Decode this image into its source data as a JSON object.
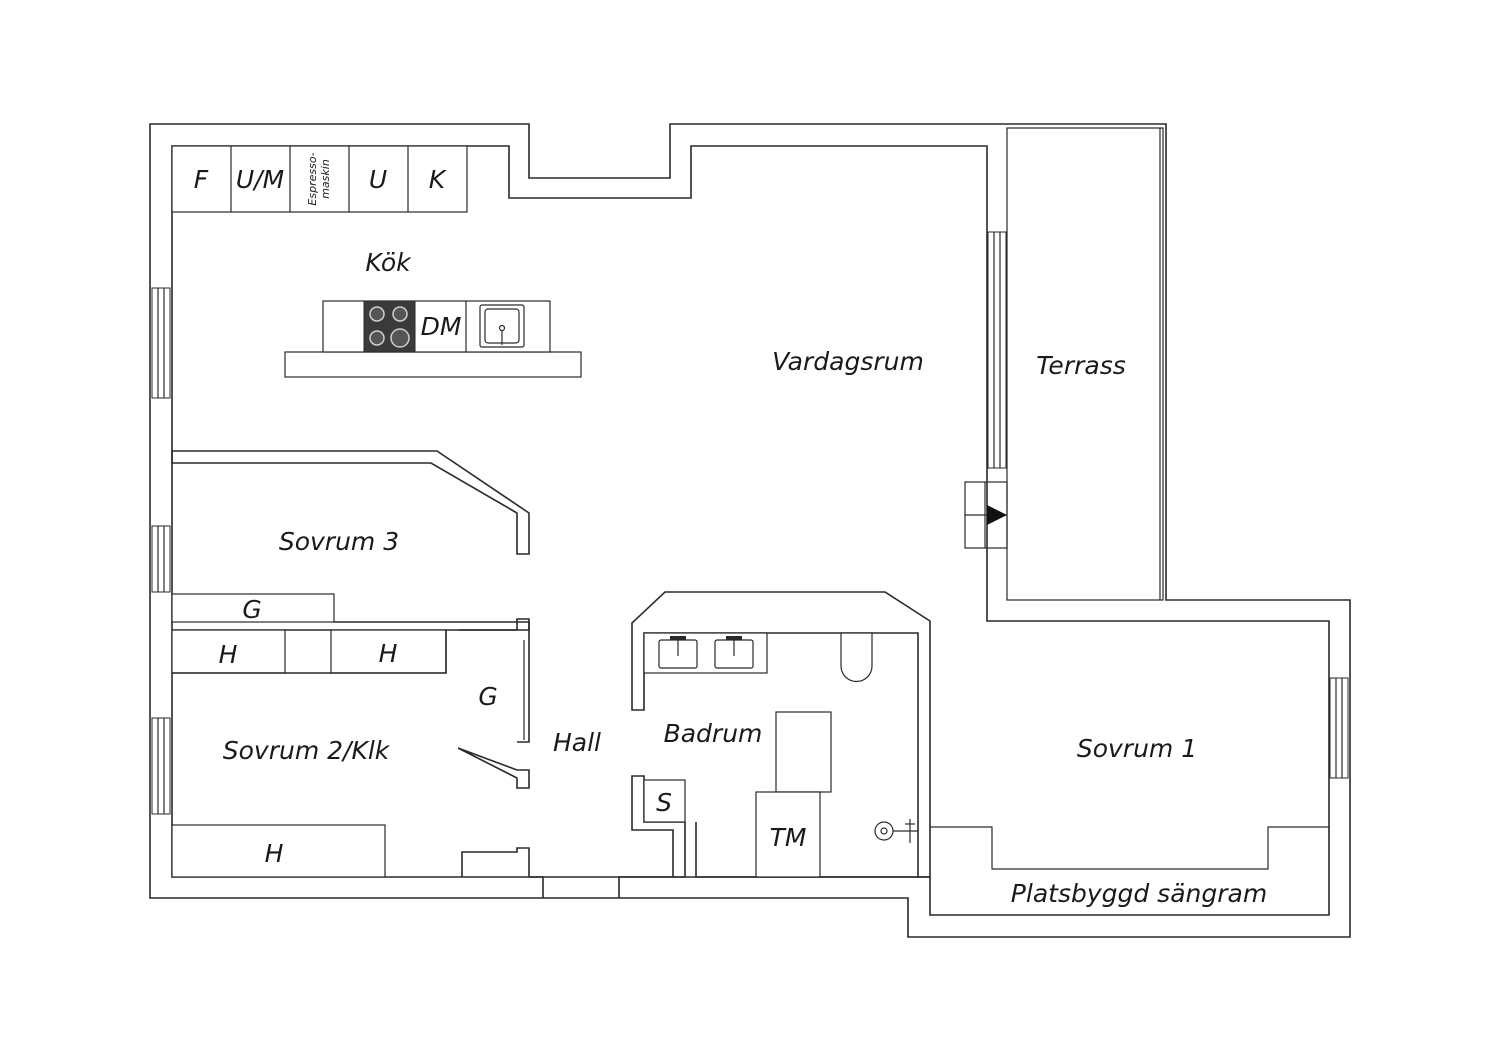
{
  "rooms": {
    "kok": "Kök",
    "vardagsrum": "Vardagsrum",
    "terrass": "Terrass",
    "sovrum3": "Sovrum 3",
    "sovrum2": "Sovrum 2/Klk",
    "hall": "Hall",
    "badrum": "Badrum",
    "sovrum1": "Sovrum 1",
    "sangram": "Platsbyggd sängram"
  },
  "fixtures": {
    "freezer": "F",
    "oven_micro": "U/M",
    "espresso_line1": "Espresso-",
    "espresso_line2": "maskin",
    "oven": "U",
    "fridge": "K",
    "dishwasher": "DM",
    "wardrobe_sovrum3": "G",
    "wardrobe_hall": "G",
    "shelf_left": "H",
    "shelf_right": "H",
    "shelf_bottom": "H",
    "cabinet_badrum": "S",
    "washer": "TM"
  },
  "colors": {
    "line": "#2a2a2a",
    "background": "#ffffff",
    "stove": "#3a3a3a"
  }
}
